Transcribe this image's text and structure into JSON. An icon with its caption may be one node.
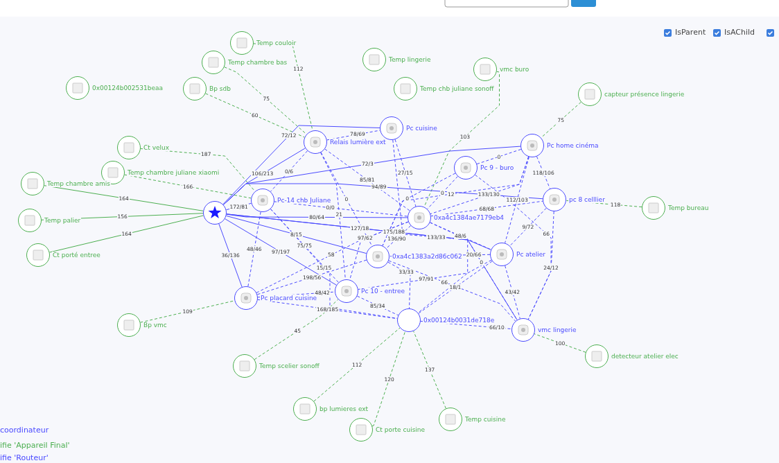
{
  "diagram": {
    "nodes": [
      {
        "text": [],
        "shape": "circle"
      },
      {
        "text": [
          "Relais lumière ext"
        ]
      },
      {
        "text": [
          "Pc cuisine"
        ]
      },
      {
        "text": [
          "Pc 9 - buro"
        ]
      },
      {
        "text": [
          "Pc home cinéma"
        ]
      },
      {
        "text": [
          "Pc-14 chb Juliane"
        ]
      },
      {
        "text": [
          "0xa4c1384ae7179eb4"
        ]
      },
      {
        "text": [
          "pc 8 celllier"
        ]
      },
      {
        "text": [
          "Pc atelier"
        ]
      },
      {
        "text": [
          "0xa4c1383a2d86c062"
        ]
      },
      {
        "text": [
          "Pc placard cuisine"
        ]
      },
      {
        "text": [
          "Pc 10 - entree"
        ]
      },
      {
        "text": [
          "0x00124b0031de718e"
        ]
      },
      {
        "text": [
          "vmc lingerie"
        ]
      },
      {
        "text": [
          "Temp couloir"
        ]
      },
      {
        "text": [
          "Temp chambre bas"
        ]
      },
      {
        "text": [
          "0x00124b002531beaa"
        ]
      },
      {
        "text": [
          "Bp sdb"
        ]
      },
      {
        "text": [
          "Temp lingerie"
        ]
      },
      {
        "text": [
          "Temp chb juliane sonoff"
        ]
      },
      {
        "text": [
          "vmc buro"
        ]
      },
      {
        "text": [
          "capteur présence lingerie"
        ]
      },
      {
        "text": [
          "Ct velux"
        ]
      },
      {
        "text": [
          "Temp chambre juliane xiaomi"
        ]
      },
      {
        "text": [
          "Temp chambre amis"
        ]
      },
      {
        "text": [
          "Temp palier"
        ]
      },
      {
        "text": [
          "Ct porté entree"
        ]
      },
      {
        "text": [
          "Temp bureau"
        ]
      },
      {
        "text": [
          "Bp vmc"
        ]
      },
      {
        "text": [
          "Temp scelier sonoff"
        ]
      },
      {
        "text": [
          "bp lumieres ext"
        ]
      },
      {
        "text": [
          "Ct porte cuisine"
        ]
      },
      {
        "text": [
          "Temp cuisine"
        ]
      },
      {
        "text": [
          "detecteur atelier elec"
        ]
      }
    ],
    "edges": [
      {
        "from": 15,
        "to": 1,
        "arrow": "none",
        "label": "75",
        "style": "dashed",
        "color": "#4caf50"
      },
      {
        "from": 14,
        "to": 1,
        "arrow": "none",
        "label": "112",
        "style": "dashed",
        "color": "#4caf50"
      },
      {
        "from": 17,
        "to": 1,
        "arrow": "none",
        "label": "60",
        "style": "dashed",
        "color": "#4caf50"
      },
      {
        "from": 22,
        "to": 5,
        "arrow": "none",
        "label": "187",
        "style": "dashed",
        "color": "#4caf50"
      },
      {
        "from": 23,
        "to": 5,
        "arrow": "none",
        "label": "166",
        "style": "dashed",
        "color": "#4caf50"
      },
      {
        "from": 24,
        "to": 0,
        "arrow": "none",
        "label": "164",
        "color": "#4caf50"
      },
      {
        "from": 25,
        "to": 0,
        "arrow": "none",
        "label": "156",
        "color": "#4caf50"
      },
      {
        "from": 26,
        "to": 0,
        "arrow": "none",
        "label": "164",
        "color": "#4caf50"
      },
      {
        "from": 20,
        "to": 6,
        "arrow": "none",
        "label": "103",
        "style": "dashed",
        "color": "#4caf50"
      },
      {
        "from": 21,
        "to": 4,
        "arrow": "none",
        "label": "75",
        "style": "dashed",
        "color": "#4caf50"
      },
      {
        "from": 27,
        "to": 7,
        "arrow": "none",
        "label": "118",
        "style": "dashed",
        "color": "#4caf50"
      },
      {
        "from": 28,
        "to": 10,
        "arrow": "none",
        "label": "109",
        "style": "dashed",
        "color": "#4caf50"
      },
      {
        "from": 29,
        "to": 11,
        "arrow": "none",
        "label": "45",
        "style": "dashed",
        "color": "#4caf50"
      },
      {
        "from": 30,
        "to": 12,
        "arrow": "none",
        "label": "112",
        "style": "dashed",
        "color": "#4caf50"
      },
      {
        "from": 31,
        "to": 12,
        "arrow": "none",
        "label": "120",
        "style": "dashed",
        "color": "#4caf50"
      },
      {
        "from": 32,
        "to": 12,
        "arrow": "none",
        "label": "137",
        "style": "dashed",
        "color": "#4caf50"
      },
      {
        "from": 33,
        "to": 13,
        "arrow": "none",
        "label": "100",
        "style": "dashed",
        "color": "#4caf50"
      },
      {
        "from": 0,
        "to": 1,
        "arrow": "none",
        "label": "106/213"
      },
      {
        "from": 0,
        "to": 5,
        "arrow": "none",
        "label": "172/81"
      },
      {
        "from": 0,
        "to": 2,
        "arrow": "none",
        "label": "72/12"
      },
      {
        "from": 0,
        "to": 4,
        "arrow": "none",
        "label": "72/3"
      },
      {
        "from": 0,
        "to": 6,
        "arrow": "none",
        "label": "80/64"
      },
      {
        "from": 0,
        "to": 7,
        "arrow": "none",
        "label": "94/89"
      },
      {
        "from": 0,
        "to": 8,
        "arrow": "none",
        "label": "127/18"
      },
      {
        "from": 0,
        "to": 9,
        "arrow": "none",
        "label": "8/15"
      },
      {
        "from": 0,
        "to": 13,
        "arrow": "none",
        "label": "175/188"
      },
      {
        "from": 0,
        "to": 11,
        "arrow": "none",
        "label": "97/197"
      },
      {
        "from": 0,
        "to": 10,
        "arrow": "none",
        "label": "36/136"
      },
      {
        "from": 1,
        "to": 2,
        "arrow": "none",
        "label": "78/69",
        "style": "dashed"
      },
      {
        "from": 1,
        "to": 5,
        "arrow": "none",
        "label": "0/6",
        "style": "dashed"
      },
      {
        "from": 1,
        "to": 6,
        "arrow": "none",
        "label": "85/81",
        "style": "dashed"
      },
      {
        "from": 1,
        "to": 9,
        "arrow": "none",
        "label": "0",
        "style": "dashed"
      },
      {
        "from": 1,
        "to": 11,
        "arrow": "none",
        "label": "21",
        "style": "dashed"
      },
      {
        "from": 2,
        "to": 6,
        "arrow": "none",
        "label": "27/15",
        "style": "dashed"
      },
      {
        "from": 2,
        "to": 12,
        "arrow": "none",
        "label": "133/33",
        "style": "dashed"
      },
      {
        "from": 3,
        "to": 4,
        "arrow": "none",
        "label": "0",
        "style": "dashed"
      },
      {
        "from": 3,
        "to": 6,
        "arrow": "none",
        "label": "0",
        "style": "dashed"
      },
      {
        "from": 3,
        "to": 9,
        "arrow": "none",
        "label": "0",
        "style": "dashed"
      },
      {
        "from": 4,
        "to": 6,
        "arrow": "none",
        "label": "133/130",
        "style": "dashed"
      },
      {
        "from": 4,
        "to": 8,
        "arrow": "none",
        "label": "112/103",
        "style": "dashed"
      },
      {
        "from": 4,
        "to": 7,
        "arrow": "none",
        "label": "118/106",
        "style": "dashed"
      },
      {
        "from": 4,
        "to": 9,
        "arrow": "none",
        "label": "12",
        "style": "dashed"
      },
      {
        "from": 5,
        "to": 6,
        "arrow": "none",
        "label": "0/0",
        "style": "dashed"
      },
      {
        "from": 5,
        "to": 10,
        "arrow": "none",
        "label": "48/46",
        "style": "dashed"
      },
      {
        "from": 5,
        "to": 11,
        "arrow": "none",
        "label": "75/75",
        "style": "dashed"
      },
      {
        "from": 5,
        "to": 12,
        "arrow": "none",
        "label": "15/15",
        "style": "dashed"
      },
      {
        "from": 6,
        "to": 7,
        "arrow": "none",
        "label": "68/68",
        "style": "dashed"
      },
      {
        "from": 6,
        "to": 8,
        "arrow": "none",
        "label": "48/6",
        "style": "dashed"
      },
      {
        "from": 6,
        "to": 9,
        "arrow": "none",
        "label": "136/90",
        "style": "dashed"
      },
      {
        "from": 6,
        "to": 11,
        "arrow": "none",
        "label": "97/62",
        "style": "dashed"
      },
      {
        "from": 6,
        "to": 10,
        "arrow": "none",
        "label": "58",
        "style": "dashed"
      },
      {
        "from": 6,
        "to": 13,
        "arrow": "none",
        "label": "0",
        "style": "dashed"
      },
      {
        "from": 7,
        "to": 8,
        "arrow": "none",
        "label": "9/72",
        "style": "dashed"
      },
      {
        "from": 7,
        "to": 13,
        "arrow": "none",
        "label": "24/12",
        "style": "dashed"
      },
      {
        "from": 8,
        "to": 13,
        "arrow": "none",
        "label": "43/42",
        "style": "dashed"
      },
      {
        "from": 8,
        "to": 9,
        "arrow": "none",
        "label": "20/66",
        "style": "dashed"
      },
      {
        "from": 8,
        "to": 12,
        "arrow": "none",
        "label": "18/1",
        "style": "dashed"
      },
      {
        "from": 8,
        "to": 11,
        "arrow": "none",
        "label": "97/91",
        "style": "dashed"
      },
      {
        "from": 9,
        "to": 12,
        "arrow": "none",
        "label": "33/33",
        "style": "dashed"
      },
      {
        "from": 9,
        "to": 13,
        "arrow": "none",
        "label": "66",
        "style": "dashed"
      },
      {
        "from": 9,
        "to": 10,
        "arrow": "none",
        "label": "198/56",
        "style": "dashed"
      },
      {
        "from": 10,
        "to": 11,
        "arrow": "none",
        "label": "48/42",
        "style": "dashed"
      },
      {
        "from": 11,
        "to": 12,
        "arrow": "none",
        "label": "85/34",
        "style": "dashed"
      },
      {
        "from": 10,
        "to": 12,
        "arrow": "none",
        "label": "168/185",
        "style": "dashed"
      },
      {
        "from": 12,
        "to": 13,
        "arrow": "none",
        "label": "66/10",
        "style": "dashed"
      },
      {
        "from": 3,
        "to": 13,
        "arrow": "none",
        "label": "66",
        "style": "dashed"
      }
    ],
    "labels": [
      "IsParent",
      "IsAChild",
      "coordinateur",
      "ifie 'Appareil Final'",
      "ifie 'Routeur'"
    ]
  }
}
